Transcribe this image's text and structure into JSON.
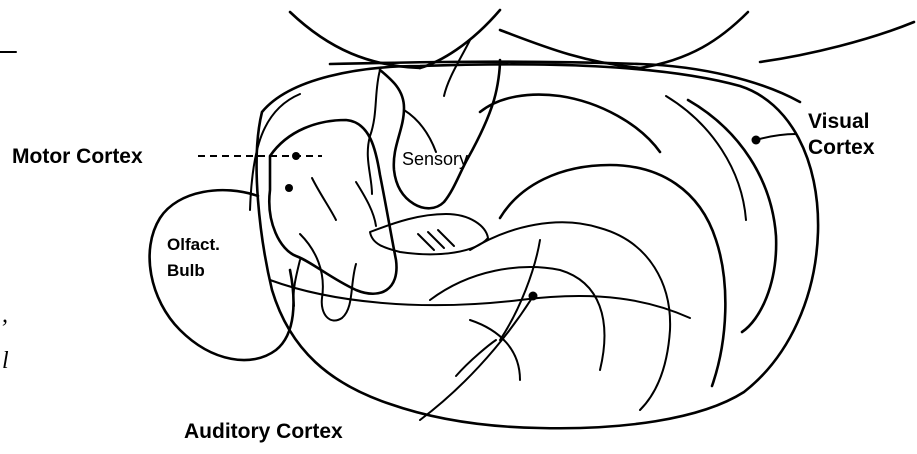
{
  "labels": {
    "motor_cortex": "Motor Cortex",
    "sensory": "Sensory",
    "visual_line1": "Visual",
    "visual_line2": "Cortex",
    "olfact_line1": "Olfact.",
    "olfact_line2": "Bulb",
    "auditory_cortex": "Auditory Cortex"
  },
  "edge_fragments": {
    "letter_1": ",",
    "letter_2": "l"
  },
  "colors": {
    "ink": "#000000",
    "background": "#ffffff"
  }
}
